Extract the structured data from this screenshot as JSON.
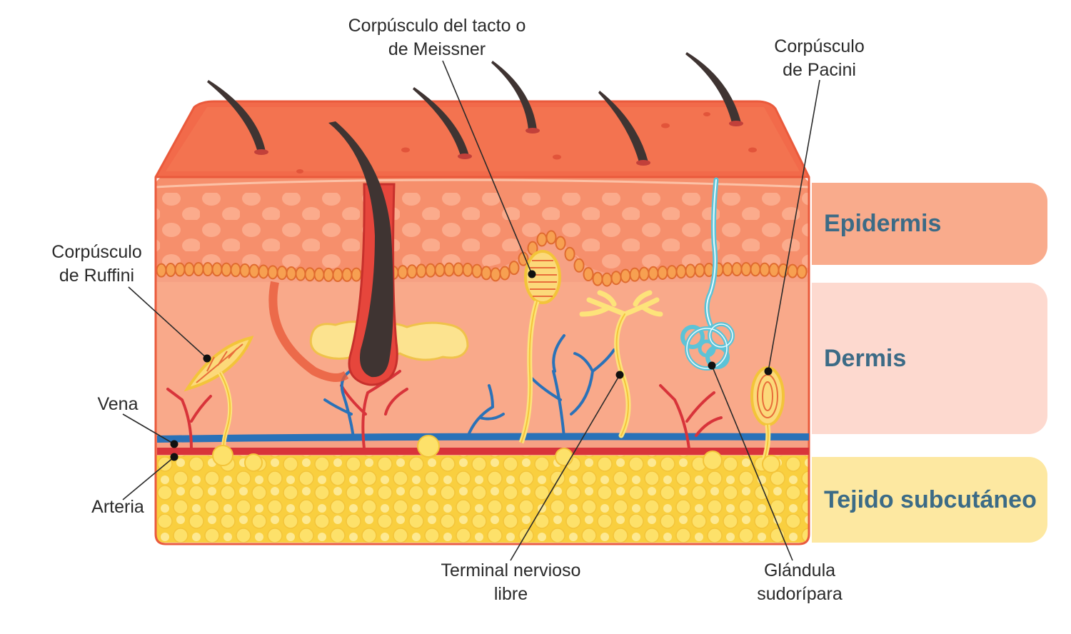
{
  "labels": {
    "meissner": {
      "line1": "Corpúsculo del tacto o",
      "line2": "de Meissner"
    },
    "pacini": {
      "line1": "Corpúsculo",
      "line2": "de Pacini"
    },
    "ruffini": {
      "line1": "Corpúsculo",
      "line2": "de Ruffini"
    },
    "vena": "Vena",
    "arteria": "Arteria",
    "terminal": {
      "line1": "Terminal nervioso",
      "line2": "libre"
    },
    "glandula": {
      "line1": "Glándula",
      "line2": "sudorípara"
    }
  },
  "layers": [
    {
      "name": "Epidermis",
      "color": "#f9ab8c"
    },
    {
      "name": "Dermis",
      "color": "#fdd9cf"
    },
    {
      "name": "Tejido subcutáneo",
      "color": "#fde8a1"
    }
  ],
  "colors": {
    "skin_top": "#f26a4a",
    "epidermis": "#f8936f",
    "dermis": "#fbab8e",
    "fat": "#fbd64c",
    "vein": "#2a72b8",
    "artery": "#d8343a",
    "nerve": "#fde37a",
    "gland": "#5cc3d7",
    "hair": "#3f3432"
  }
}
